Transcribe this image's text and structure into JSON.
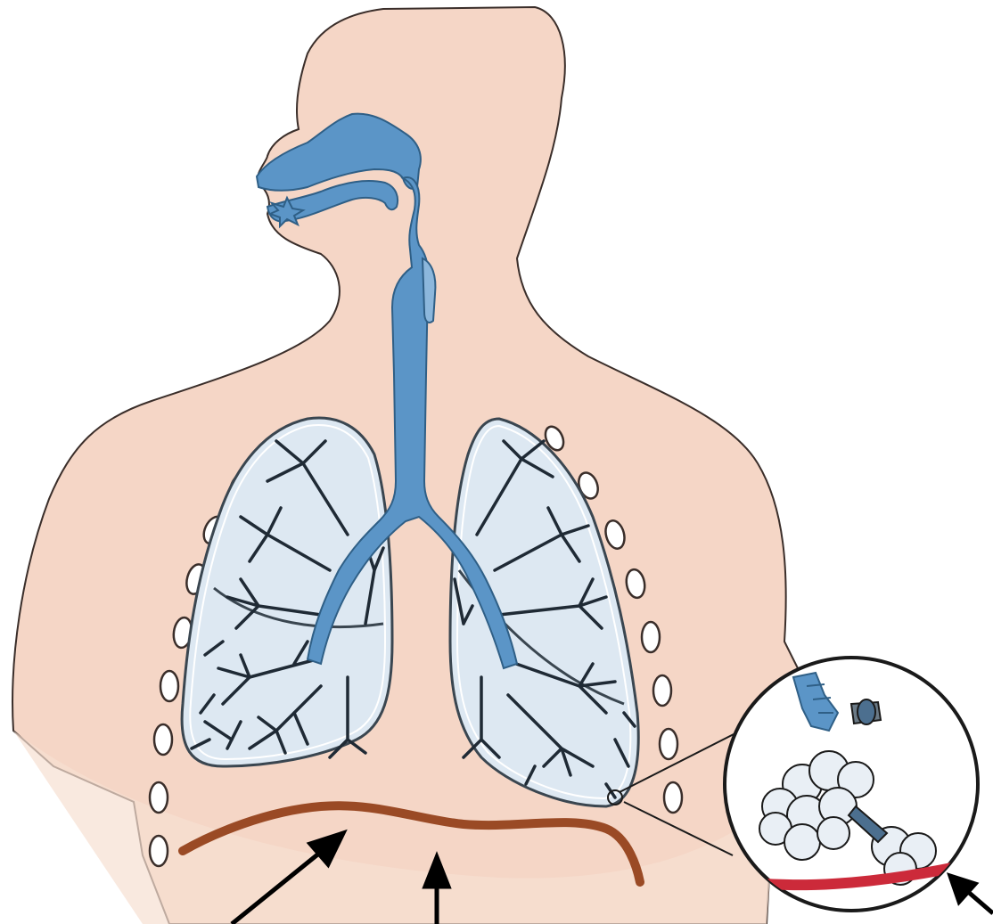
{
  "colors": {
    "background": "#ffffff",
    "skin": "#f5d6c6",
    "skin_outline": "#3a2e2a",
    "airway": "#5b95c7",
    "airway_outline": "#2f5f86",
    "lung_fill": "#dde8f2",
    "lung_outline": "#3a4650",
    "bronchiole": "#1f2a35",
    "diaphragm": "#9a4a25",
    "capillary": "#cc2a3a",
    "rib": "#ffffff",
    "arrow": "#000000"
  },
  "icons": [
    "respiratory-system-illustration",
    "alveoli-magnifier",
    "pointer-arrow"
  ],
  "labels": []
}
